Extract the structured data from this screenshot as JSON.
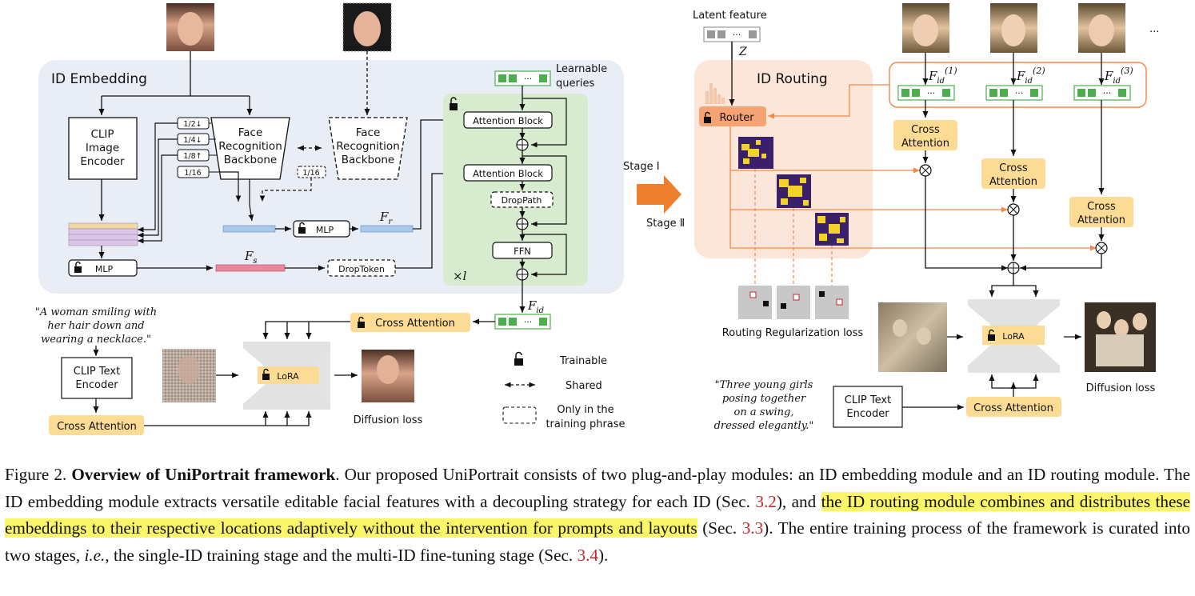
{
  "figure": {
    "left": {
      "panel_title": "ID Embedding",
      "clip_image_encoder": "CLIP\nImage\nEncoder",
      "face_backbone": "Face\nRecognition\nBackbone",
      "face_backbone_shared": "Face\nRecognition\nBackbone",
      "scales": [
        "1/2↓",
        "1/4↓",
        "1/8↑",
        "1/16"
      ],
      "scale_shared": "1/16",
      "mlp_top": "MLP",
      "mlp_bottom": "MLP",
      "f_r": "F",
      "f_r_sub": "r",
      "f_s": "F",
      "f_s_sub": "s",
      "drop_token": "DropToken",
      "learnable_queries": "Learnable\nqueries",
      "attention_block_1": "Attention Block",
      "attention_block_2": "Attention Block",
      "drop_path": "DropPath",
      "ffn": "FFN",
      "times_l": "×l",
      "f_id": "F",
      "f_id_sub": "id",
      "prompt": "\"A woman smiling with\nher hair down and\nwearing a necklace.\"",
      "clip_text_encoder": "CLIP Text\nEncoder",
      "cross_attention_left": "Cross Attention",
      "cross_attention_top": "Cross Attention",
      "lora": "LoRA",
      "diffusion_loss": "Diffusion loss"
    },
    "legend": {
      "trainable": "Trainable",
      "shared": "Shared",
      "training_only": "Only in the\ntraining phrase"
    },
    "stages": {
      "stage1": "Stage Ⅰ",
      "stage2": "Stage Ⅱ"
    },
    "right": {
      "latent_feature": "Latent feature",
      "z": "Z",
      "panel_title": "ID Routing",
      "router": "Router",
      "ellipsis": "...",
      "fid_labels": [
        "(1)",
        "(2)",
        "(3)"
      ],
      "cross_attention": [
        "Cross\nAttention",
        "Cross\nAttention",
        "Cross\nAttention"
      ],
      "routing_loss": "Routing Regularization loss",
      "lora": "LoRA",
      "diffusion_loss": "Diffusion loss",
      "prompt": "\"Three young girls\nposing together\non a swing,\ndressed elegantly.\"",
      "clip_text_encoder": "CLIP Text\nEncoder",
      "cross_attention_bottom": "Cross Attention"
    },
    "colors": {
      "embedding_panel": "#e8edf6",
      "routing_panel": "#fbe6d9",
      "transformer_panel": "#d7ecce",
      "highlight_box": "#fcdc95",
      "token_green": "#4cae4c",
      "orange_line": "#ee8b4a",
      "stage_arrow": "#ee7f2d"
    }
  },
  "caption": {
    "label": "Figure 2.",
    "bold_title": "Overview of UniPortrait framework",
    "text_1": ". Our proposed UniPortrait consists of two plug-and-play modules: an ID embedding module and an ID routing module. The ID embedding module extracts versatile editable facial features with a decoupling strategy for each ID (Sec. ",
    "ref_1": "3.2",
    "text_2": "), and ",
    "highlight": "the ID routing module combines and distributes these embeddings to their respective locations adaptively without the intervention for prompts and layouts",
    "text_3": " (Sec. ",
    "ref_2": "3.3",
    "text_4": "). The entire training process of the framework is curated into two stages, ",
    "italic_ie": "i.e.",
    "text_5": ", the single-ID training stage and the multi-ID fine-tuning stage (Sec. ",
    "ref_3": "3.4",
    "text_6": ")."
  }
}
